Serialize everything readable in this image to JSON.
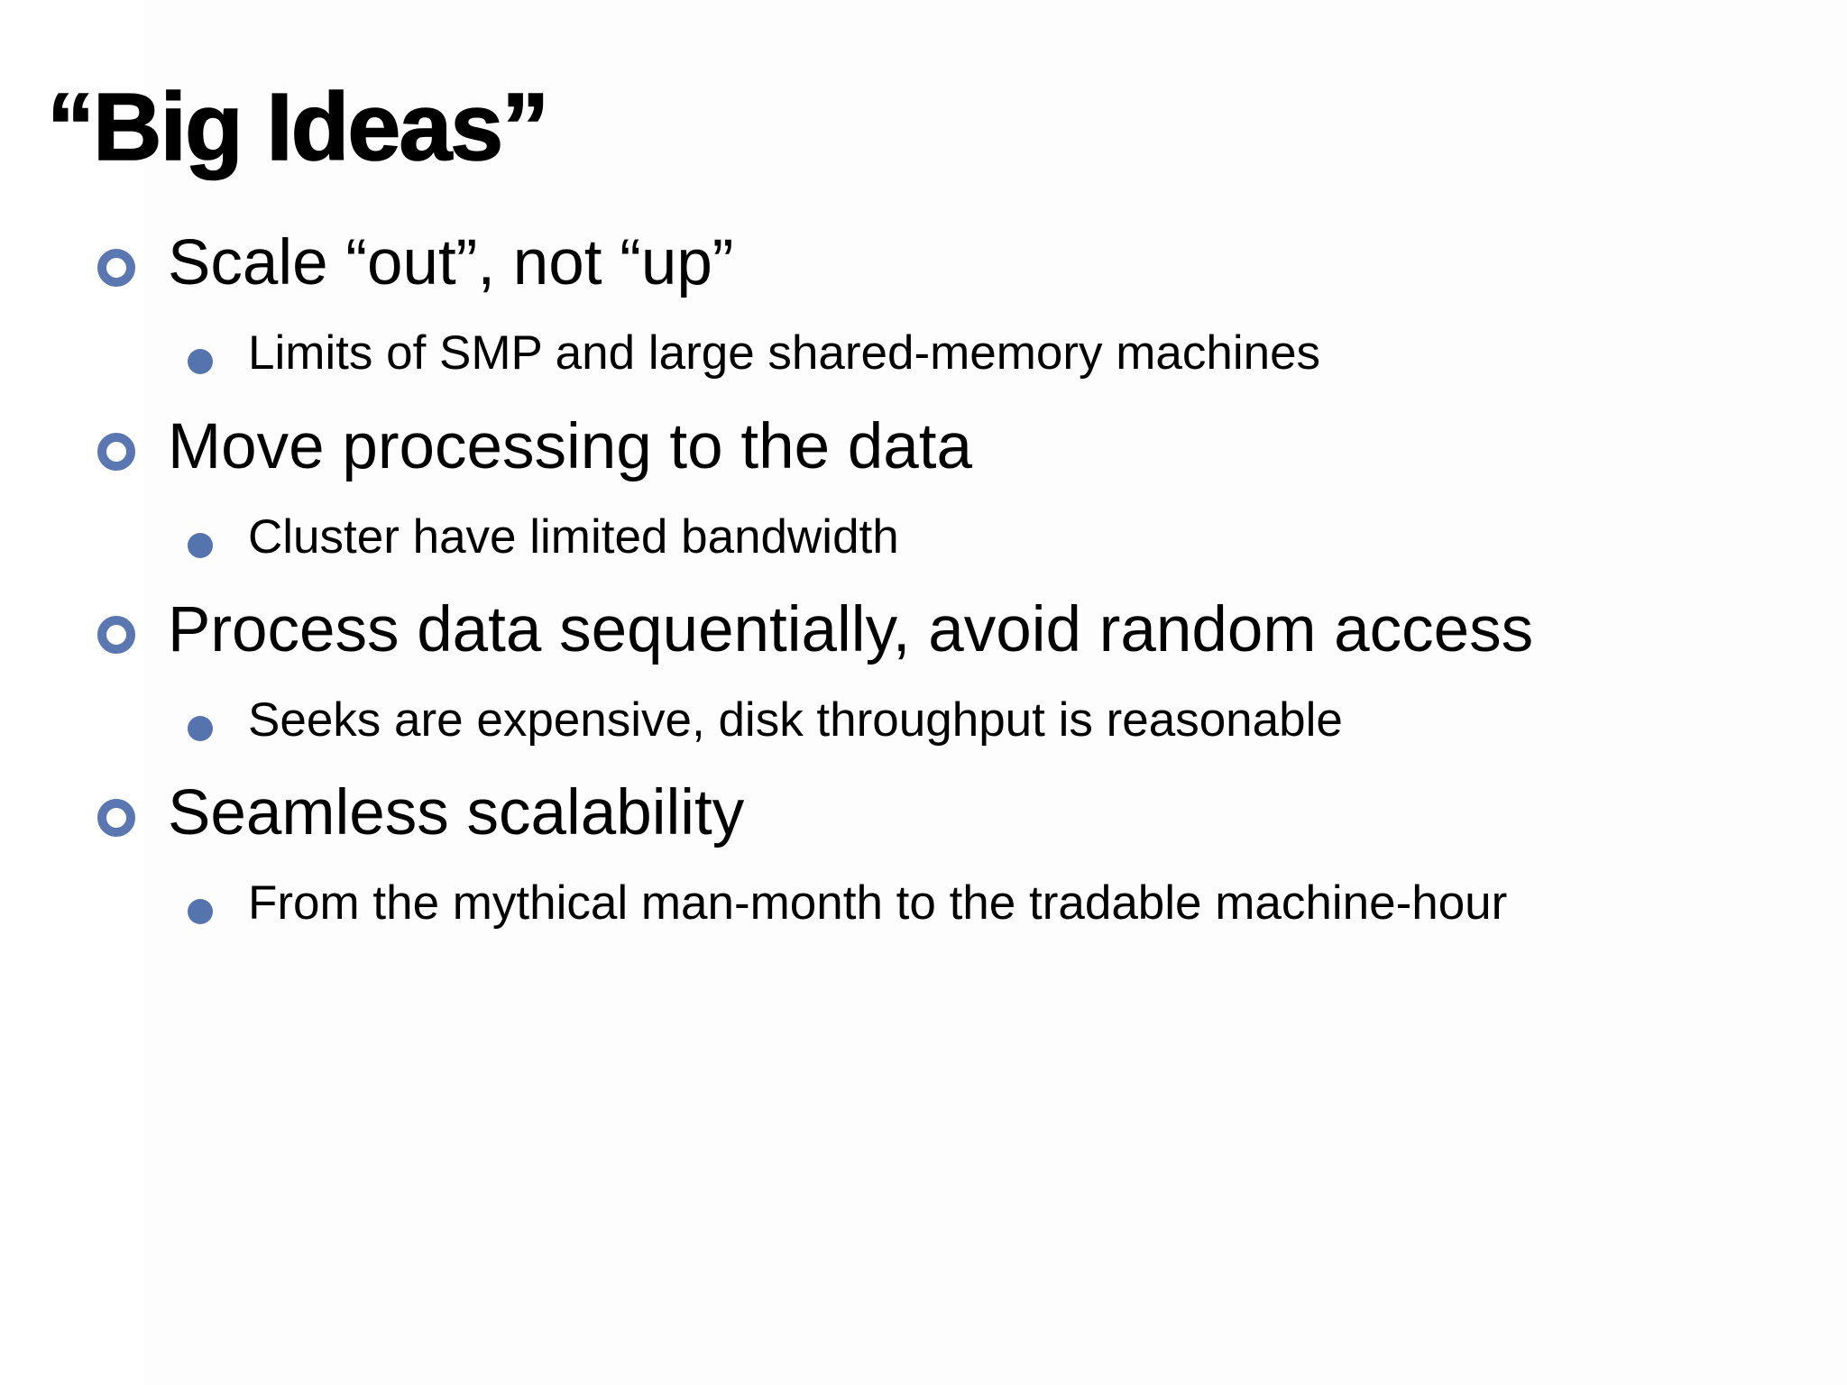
{
  "slide": {
    "title": "“Big Ideas”",
    "bullets": [
      {
        "label": "Scale “out”, not “up”",
        "sub": "Limits of SMP and large shared-memory machines"
      },
      {
        "label": "Move processing to the data",
        "sub": "Cluster have limited bandwidth"
      },
      {
        "label": "Process data sequentially, avoid random access",
        "sub": "Seeks are expensive, disk throughput is reasonable"
      },
      {
        "label": "Seamless scalability",
        "sub": "From the mythical man-month to the tradable machine-hour"
      }
    ],
    "colors": {
      "bullet_ring": "#5A77B2",
      "bullet_dot": "#5574AE",
      "text": "#000000",
      "slide_background": "#FDFDFE"
    }
  }
}
